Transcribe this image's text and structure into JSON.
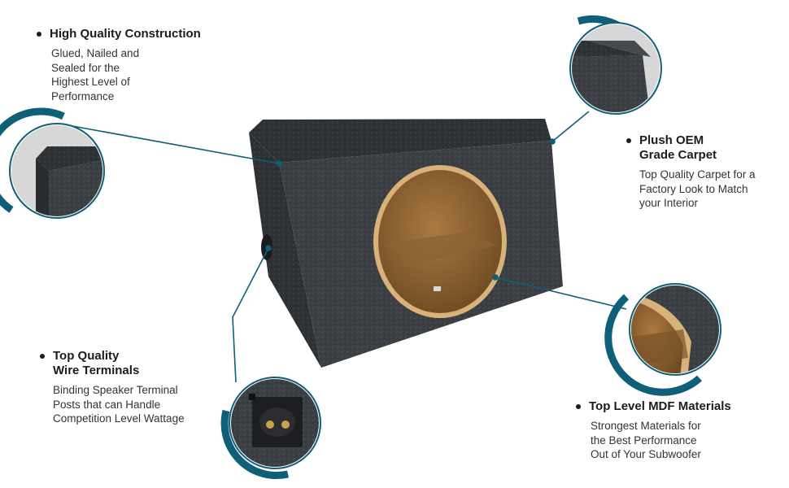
{
  "features": [
    {
      "title_lines": [
        "High Quality Construction"
      ],
      "desc": "Glued, Nailed and\nSealed for the\nHighest Level of\nPerformance",
      "icon": "box-corner-zoom-icon"
    },
    {
      "title_lines": [
        "Plush OEM",
        "Grade Carpet"
      ],
      "desc": "Top Quality Carpet for a\nFactory Look to Match\nyour Interior",
      "icon": "carpet-corner-zoom-icon"
    },
    {
      "title_lines": [
        "Top Quality",
        "Wire Terminals"
      ],
      "desc": "Binding Speaker Terminal\nPosts that can Handle\nCompetition Level Wattage",
      "icon": "terminal-cup-zoom-icon"
    },
    {
      "title_lines": [
        "Top Level MDF Materials"
      ],
      "desc": "Strongest Materials for\nthe Best Performance\nOut of  Your Subwoofer",
      "icon": "mdf-edge-zoom-icon"
    }
  ],
  "colors": {
    "accent": "#0f5f78",
    "carpet": "#3a3d40",
    "mdf": "#c99a5e",
    "text": "#1c1c1c"
  }
}
